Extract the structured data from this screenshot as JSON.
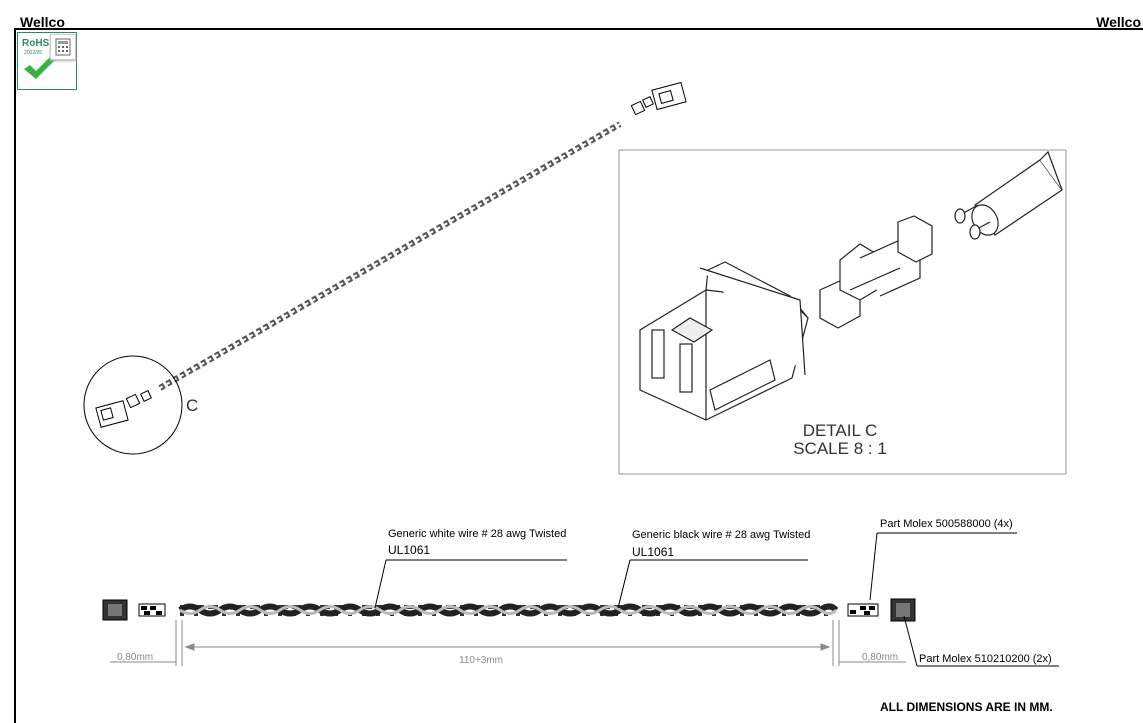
{
  "header": {
    "brand_left": "Wellco",
    "brand_right": "Wellco"
  },
  "rohs": {
    "title": "RoHS",
    "subtitle": "2002/95"
  },
  "icons": {
    "calculator": "calculator-icon",
    "rohs_check": "checkmark-icon"
  },
  "detail": {
    "callout_letter": "C",
    "title": "DETAIL C",
    "scale": "SCALE 8 : 1"
  },
  "wires": {
    "white_label": "Generic white wire # 28 awg Twisted",
    "white_spec": "UL1061",
    "black_label": "Generic black wire # 28 awg Twisted",
    "black_spec": "UL1061"
  },
  "parts": {
    "terminal": "Part Molex 500588000 (4x)",
    "housing": "Part Molex 510210200 (2x)"
  },
  "dimensions": {
    "left_offset": "0,80mm",
    "length": "110+3mm",
    "right_offset": "0,80mm"
  },
  "note": "ALL DIMENSIONS ARE IN MM.",
  "colors": {
    "rohs_green": "#2e8b57",
    "line": "#000000",
    "dim_gray": "#8a8a8a"
  }
}
